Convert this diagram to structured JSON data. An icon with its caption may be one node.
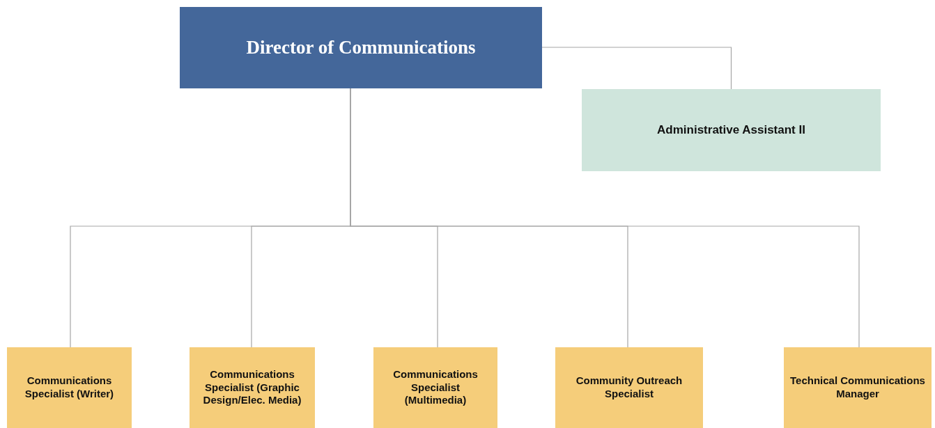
{
  "diagram": {
    "nodes": [
      {
        "text": [
          "Director of Communications"
        ]
      },
      {
        "text": [
          "Administrative Assistant II"
        ]
      },
      {
        "text": [
          "Communications Specialist (Writer)"
        ]
      },
      {
        "text": [
          "Communications Specialist (Graphic Design/Elec. Media)"
        ]
      },
      {
        "text": [
          "Communications Specialist (Multimedia)"
        ]
      },
      {
        "text": [
          "Community Outreach Specialist"
        ]
      },
      {
        "text": [
          "Technical Communications Manager"
        ]
      }
    ],
    "edges": [
      {
        "from": 0,
        "to": 1,
        "arrow": "none"
      },
      {
        "from": 0,
        "to": 2,
        "arrow": "none"
      },
      {
        "from": 0,
        "to": 3,
        "arrow": "none"
      },
      {
        "from": 0,
        "to": 4,
        "arrow": "none"
      },
      {
        "from": 0,
        "to": 5,
        "arrow": "none"
      },
      {
        "from": 0,
        "to": 6,
        "arrow": "none"
      }
    ]
  }
}
